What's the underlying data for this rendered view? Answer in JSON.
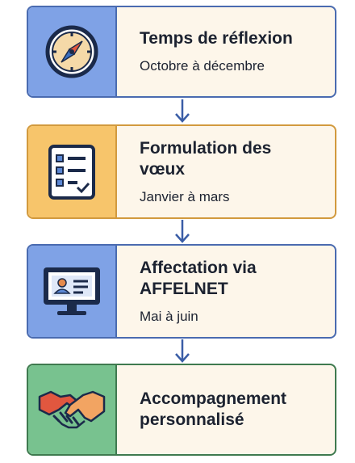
{
  "steps": [
    {
      "title": "Temps de réflexion",
      "subtitle": "Octobre à décembre",
      "icon": "compass-icon",
      "color": "#7fa2e6"
    },
    {
      "title": "Formulation des vœux",
      "subtitle": "Janvier à mars",
      "icon": "checklist-icon",
      "color": "#f7c56b"
    },
    {
      "title": "Affectation via AFFELNET",
      "subtitle": "Mai à juin",
      "icon": "computer-profile-icon",
      "color": "#7fa2e6"
    },
    {
      "title": "Accompagnement personnalisé",
      "subtitle": "",
      "icon": "handshake-icon",
      "color": "#78c28f"
    }
  ]
}
